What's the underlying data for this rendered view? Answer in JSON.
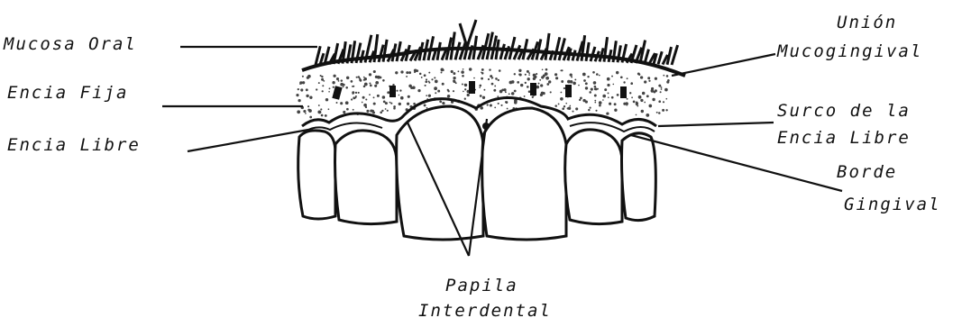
{
  "labels": {
    "mucosa_oral": "Mucosa Oral",
    "encia_fija": "Encia Fija",
    "encia_libre": "Encia Libre",
    "union_line1": "Unión",
    "union_line2": "Mucogingival",
    "surco_line1": "Surco de la",
    "surco_line2": "Encia Libre",
    "borde_line1": "Borde",
    "borde_line2": "Gingival",
    "papila_line1": "Papila",
    "papila_line2": "Interdental"
  },
  "colors": {
    "ink": "#111111",
    "background": "#ffffff",
    "stipple": "#444444"
  }
}
